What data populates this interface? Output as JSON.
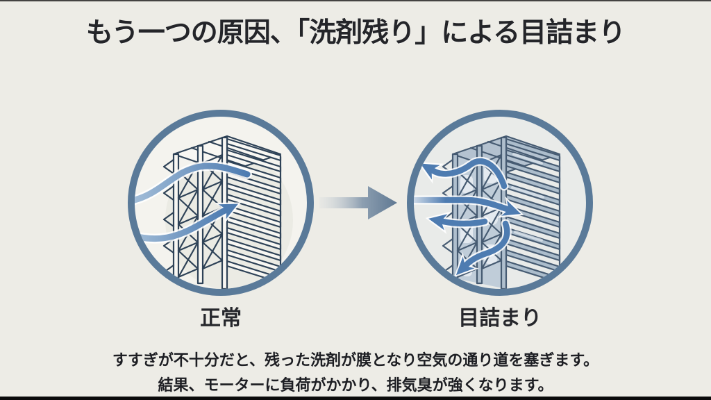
{
  "slide": {
    "title": "もう一つの原因、「洗剤残り」による目詰まり",
    "comparison": {
      "before": {
        "label": "正常"
      },
      "after": {
        "label": "目詰まり"
      },
      "transition_icon": "right-arrow"
    },
    "caption": {
      "line1": "すすぎが不十分だと、残った洗剤が膜となり空気の通り道を塞ぎます。",
      "line2": "結果、モーターに負荷がかかり、排気臭が強くなります。"
    },
    "icons": {
      "left_illustration": "normal-filter-airflow-icon",
      "right_illustration": "clogged-filter-airflow-icon"
    },
    "colors": {
      "background": "#edece6",
      "circle_border": "#5a7a99",
      "mesh_outline_normal": "#2e4257",
      "mesh_outline_clogged": "#3d5269",
      "clog_film": "#c5d1dc",
      "airflow_blue": "#4e7cb1",
      "transition_arrow": "#5f7892",
      "title_text": "#242529",
      "caption_text": "#1d1e23"
    }
  }
}
